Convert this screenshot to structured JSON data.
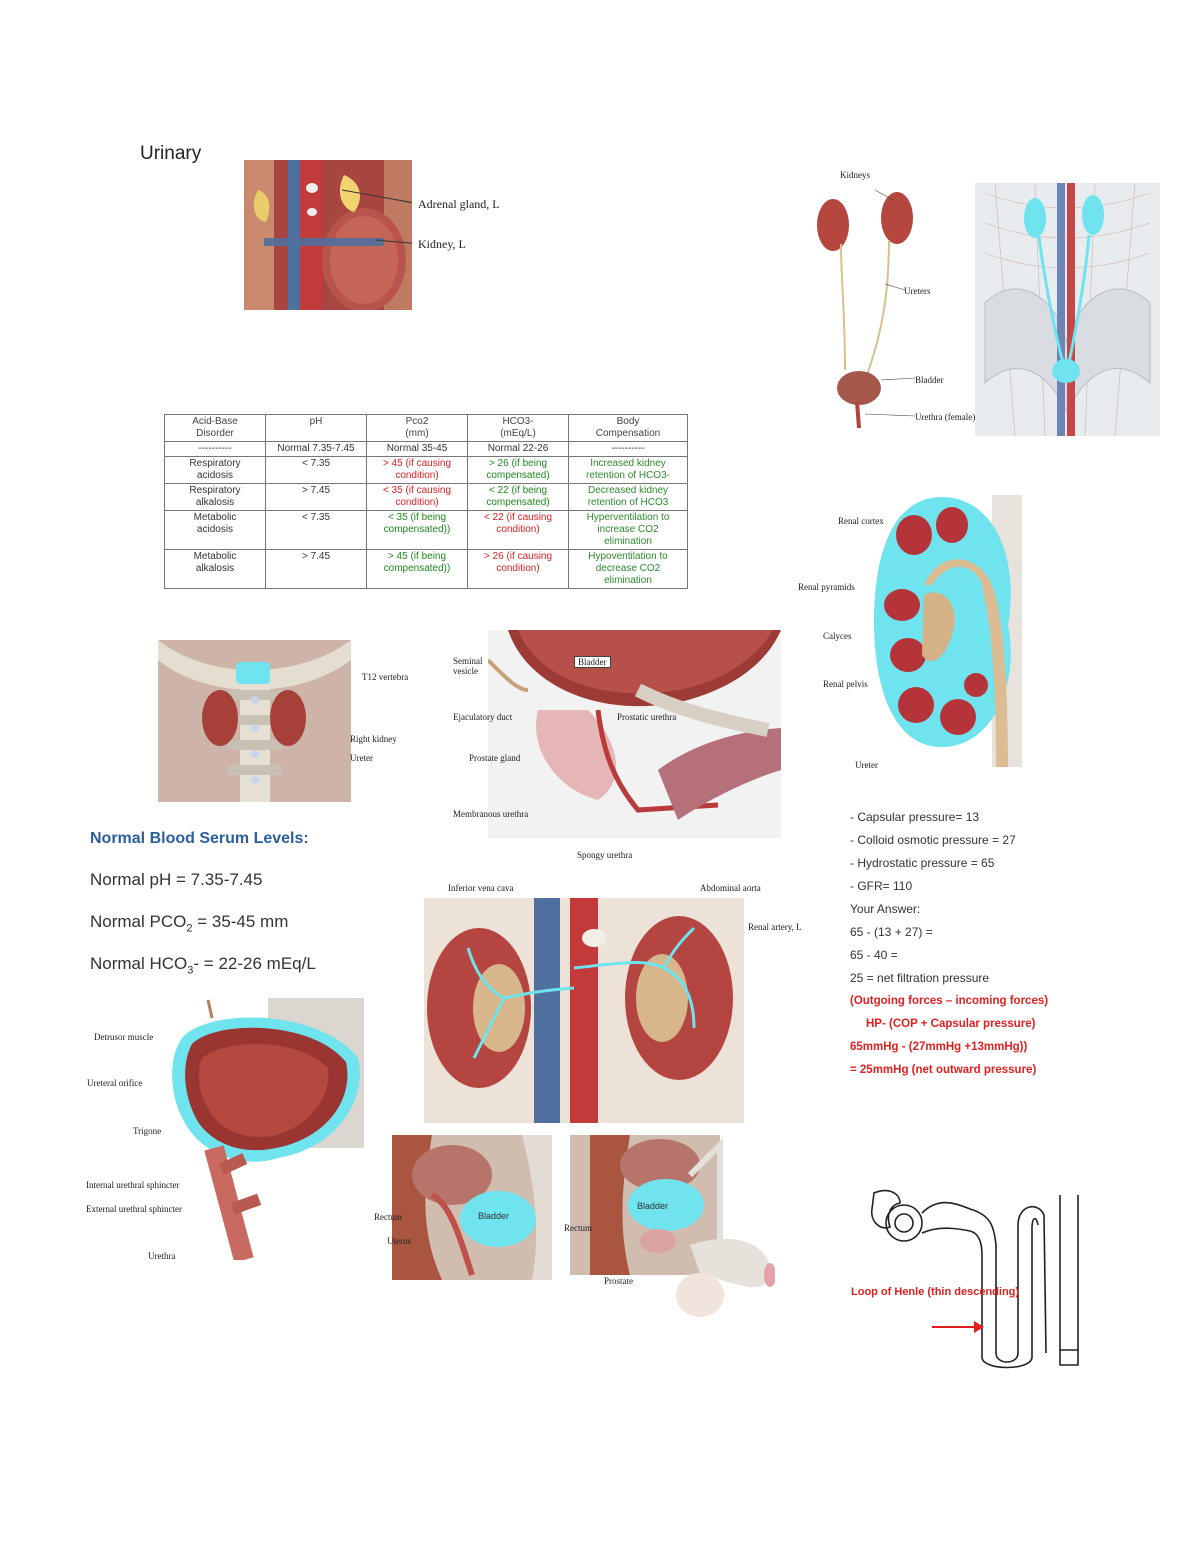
{
  "page": {
    "title": "Urinary"
  },
  "fig_adrenal": {
    "labels": [
      "Adrenal gland, L",
      "Kidney, L"
    ]
  },
  "fig_tract": {
    "labels": [
      "Kidneys",
      "Ureters",
      "Bladder",
      "Urethra (female)"
    ]
  },
  "acid_base_table": {
    "headers": [
      "Acid-Base\nDisorder",
      "pH",
      "Pco2\n(mm)",
      "HCO3-\n(mEq/L)",
      "Body\nCompensation"
    ],
    "normal_row": [
      "----------",
      "Normal 7.35-7.45",
      "Normal 35-45",
      "Normal 22-26",
      "----------"
    ],
    "rows": [
      [
        "Respiratory\nacidosis",
        "< 7.35",
        "> 45 (if causing\ncondition)",
        "> 26 (if being\ncompensated)",
        "Increased kidney\nretention of HCO3-"
      ],
      [
        "Respiratory\nalkalosis",
        "> 7.45",
        "< 35 (if causing\ncondition)",
        "< 22 (if being\ncompensated)",
        "Decreased kidney\nretention of HCO3"
      ],
      [
        "Metabolic\nacidosis",
        "< 7.35",
        "< 35 (if being\ncompensated))",
        "< 22 (if causing\ncondition)",
        "Hyperventilation to\nincrease CO2\nelimination"
      ],
      [
        "Metabolic\nalkalosis",
        "> 7.45",
        "> 45 (if being\ncompensated))",
        "> 26 (if causing\ncondition)",
        "Hypoventilation to\ndecrease CO2\nelimination"
      ]
    ]
  },
  "fig_renal_section": {
    "labels": [
      "Renal cortex",
      "Renal pyramids",
      "Calyces",
      "Renal pelvis",
      "Ureter"
    ]
  },
  "fig_posterior": {
    "labels": [
      "T12 vertebra",
      "Right kidney",
      "Ureter"
    ]
  },
  "fig_prostate": {
    "labels": [
      "Seminal vesicle",
      "Bladder",
      "Ejaculatory duct",
      "Prostatic urethra",
      "Prostate gland",
      "Membranous urethra",
      "Spongy urethra"
    ]
  },
  "serum": {
    "heading": "Normal Blood Serum Levels:",
    "ph": "Normal pH = 7.35-7.45",
    "pco2_prefix": "Normal PCO",
    "pco2_sub": "2",
    "pco2_suffix": " = 35-45 mm",
    "hco3_prefix": "Normal HCO",
    "hco3_sub": "3",
    "hco3_suffix": "- = 22-26 mEq/L"
  },
  "fig_vessels": {
    "labels": [
      "Inferior vena cava",
      "Abdominal aorta",
      "Renal artery, L"
    ]
  },
  "gfr_notes": {
    "lines": [
      "- Capsular pressure= 13",
      "- Colloid osmotic pressure = 27",
      "- Hydrostatic pressure = 65",
      "- GFR= 110",
      "Your Answer:",
      "65 - (13 + 27) =",
      "65 - 40 =",
      "25 = net filtration pressure"
    ],
    "red_lines": [
      "(Outgoing forces – incoming forces)",
      "HP- (COP + Capsular pressure)",
      "65mmHg - (27mmHg +13mmHg))",
      "= 25mmHg (net outward pressure)"
    ]
  },
  "fig_bladder": {
    "labels": [
      "Detrusor muscle",
      "Ureteral orifice",
      "Trigone",
      "Internal urethral sphincter",
      "External urethral sphincter",
      "Urethra"
    ]
  },
  "fig_female": {
    "labels": [
      "Rectum",
      "Uterus",
      "Bladder"
    ]
  },
  "fig_male": {
    "labels": [
      "Rectum",
      "Bladder",
      "Prostate"
    ]
  },
  "fig_nephron": {
    "label": "Loop of Henle (thin descending)"
  },
  "colors": {
    "tissue": "#b04040",
    "cyan": "#6fe3ee",
    "vein": "#4f6f9f",
    "artery": "#c23a3a",
    "bone": "#d9d0c0"
  }
}
